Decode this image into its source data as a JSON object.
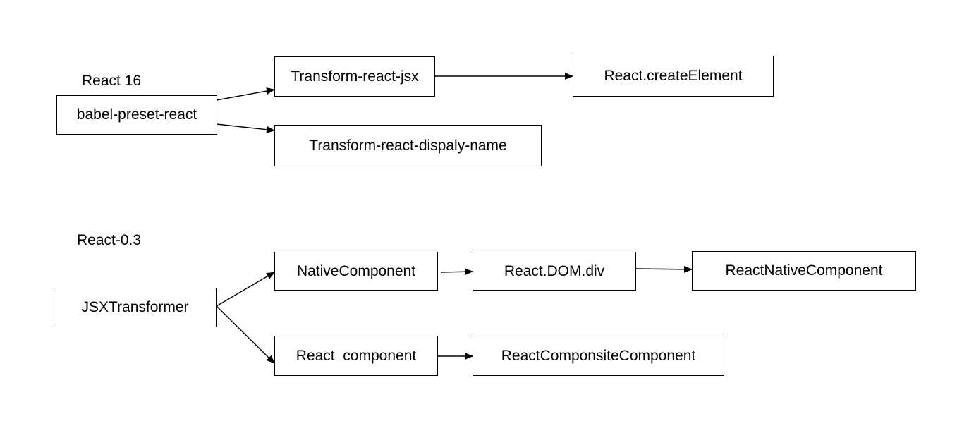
{
  "groups": {
    "react16": {
      "label": "React 16",
      "nodes": {
        "root": "babel-preset-react",
        "jsx": "Transform-react-jsx",
        "create_element": "React.createElement",
        "display_name": "Transform-react-dispaly-name"
      }
    },
    "react03": {
      "label": "React-0.3",
      "nodes": {
        "root": "JSXTransformer",
        "native": "NativeComponent",
        "dom_div": "React.DOM.div",
        "react_native_component": "ReactNativeComponent",
        "react_component": "React  component",
        "composite": "ReactComponsiteComponent"
      }
    }
  },
  "edges": [
    {
      "from": "babel-preset-react",
      "to": "Transform-react-jsx"
    },
    {
      "from": "babel-preset-react",
      "to": "Transform-react-dispaly-name"
    },
    {
      "from": "Transform-react-jsx",
      "to": "React.createElement"
    },
    {
      "from": "JSXTransformer",
      "to": "NativeComponent"
    },
    {
      "from": "JSXTransformer",
      "to": "React  component"
    },
    {
      "from": "NativeComponent",
      "to": "React.DOM.div"
    },
    {
      "from": "React.DOM.div",
      "to": "ReactNativeComponent"
    },
    {
      "from": "React  component",
      "to": "ReactComponsiteComponent"
    }
  ],
  "colors": {
    "stroke": "#000000",
    "background": "#ffffff"
  }
}
